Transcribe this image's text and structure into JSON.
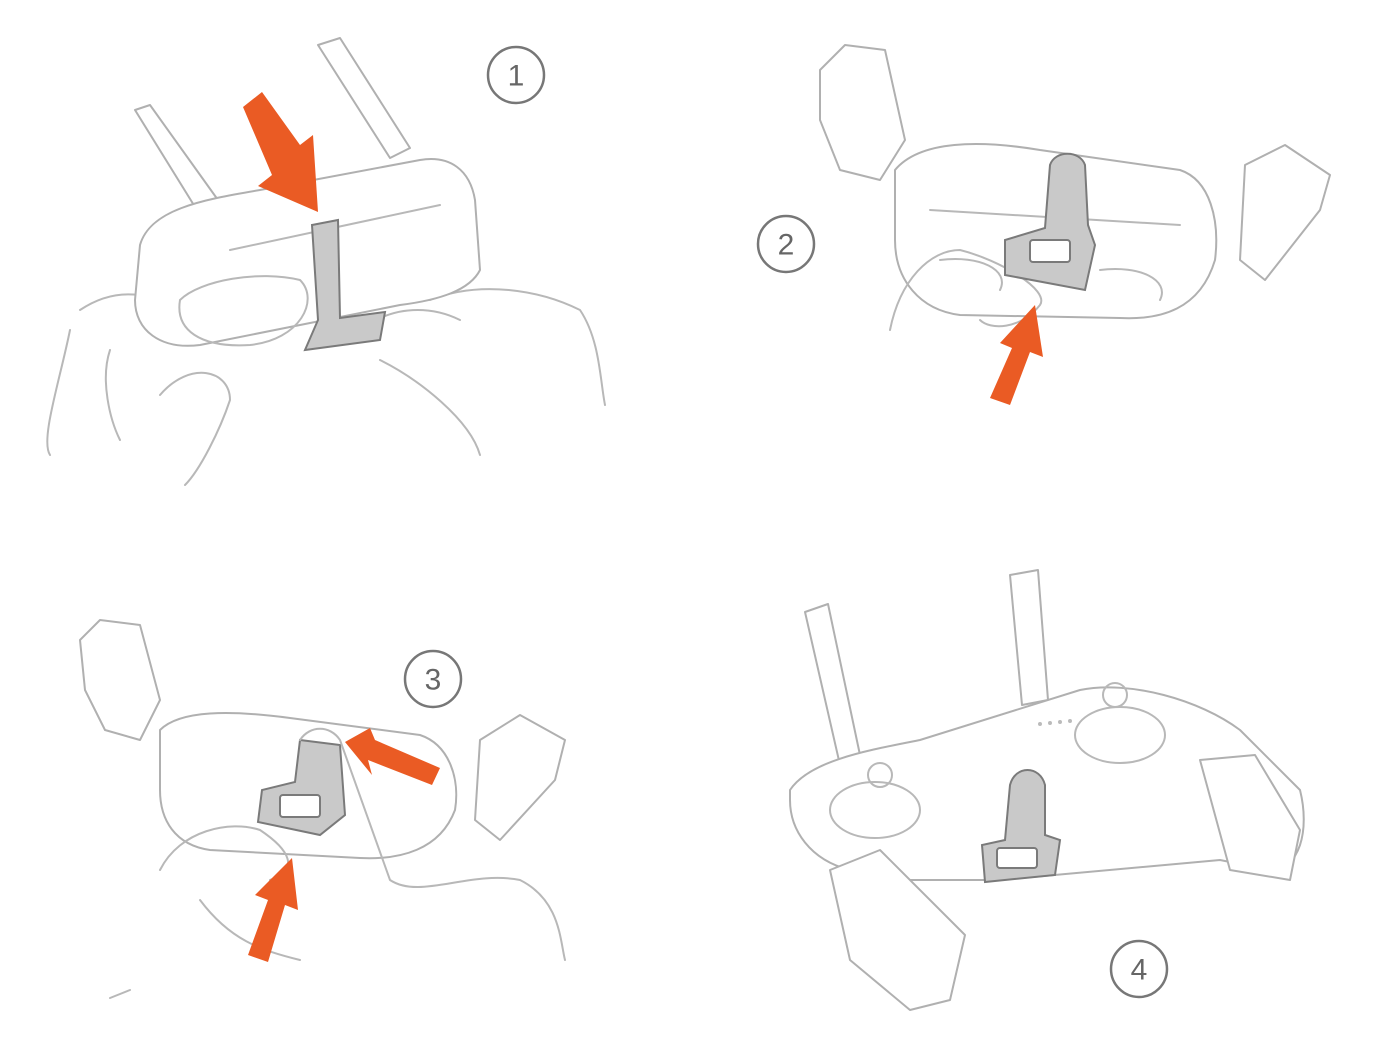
{
  "steps": [
    {
      "number": "1"
    },
    {
      "number": "2"
    },
    {
      "number": "3"
    },
    {
      "number": "4"
    }
  ],
  "colors": {
    "arrow": "#ea5b24",
    "line_art": "#b8b8b8",
    "clip": "#c9c9c9",
    "number_circle": "#777777"
  }
}
